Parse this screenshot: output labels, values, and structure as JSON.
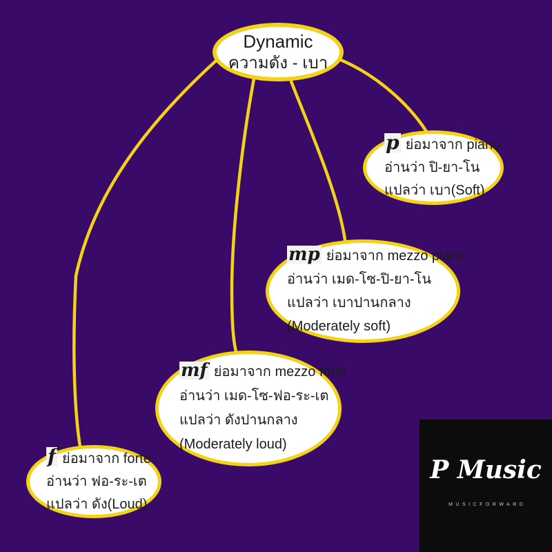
{
  "colors": {
    "background": "#390a68",
    "accent": "#f2d318",
    "node_fill": "#ffffff",
    "text": "#1b1b1b",
    "logo_background": "#0c0c0c",
    "logo_text": "#ffffff",
    "logo_tagline_color": "#c9c9c9"
  },
  "root": {
    "title": "Dynamic",
    "subtitle": "ความดัง - เบา"
  },
  "nodes": [
    {
      "id": "piano",
      "symbol": "p",
      "lines": [
        "ย่อมาจาก piano",
        "อ่านว่า ปิ-ยา-โน",
        "แปลว่า เบา(Soft)"
      ]
    },
    {
      "id": "mezzo-piano",
      "symbol": "mp",
      "lines": [
        "ย่อมาจาก mezzo piano",
        "อ่านว่า เมด-โซ-ปิ-ยา-โน",
        "แปลว่า เบาปานกลาง",
        "(Moderately soft)"
      ]
    },
    {
      "id": "mezzo-forte",
      "symbol": "mf",
      "lines": [
        "ย่อมาจาก mezzo forte",
        "อ่านว่า เมด-โซ-ฟอ-ระ-เต",
        "แปลว่า ดังปานกลาง",
        "(Moderately loud)"
      ]
    },
    {
      "id": "forte",
      "symbol": "f",
      "lines": [
        "ย่อมาจาก forte",
        "อ่านว่า ฟอ-ระ-เต",
        "แปลว่า ดัง(Loud)"
      ]
    }
  ],
  "logo": {
    "brand": "P Music",
    "tagline": "MUSICFORWARD"
  }
}
